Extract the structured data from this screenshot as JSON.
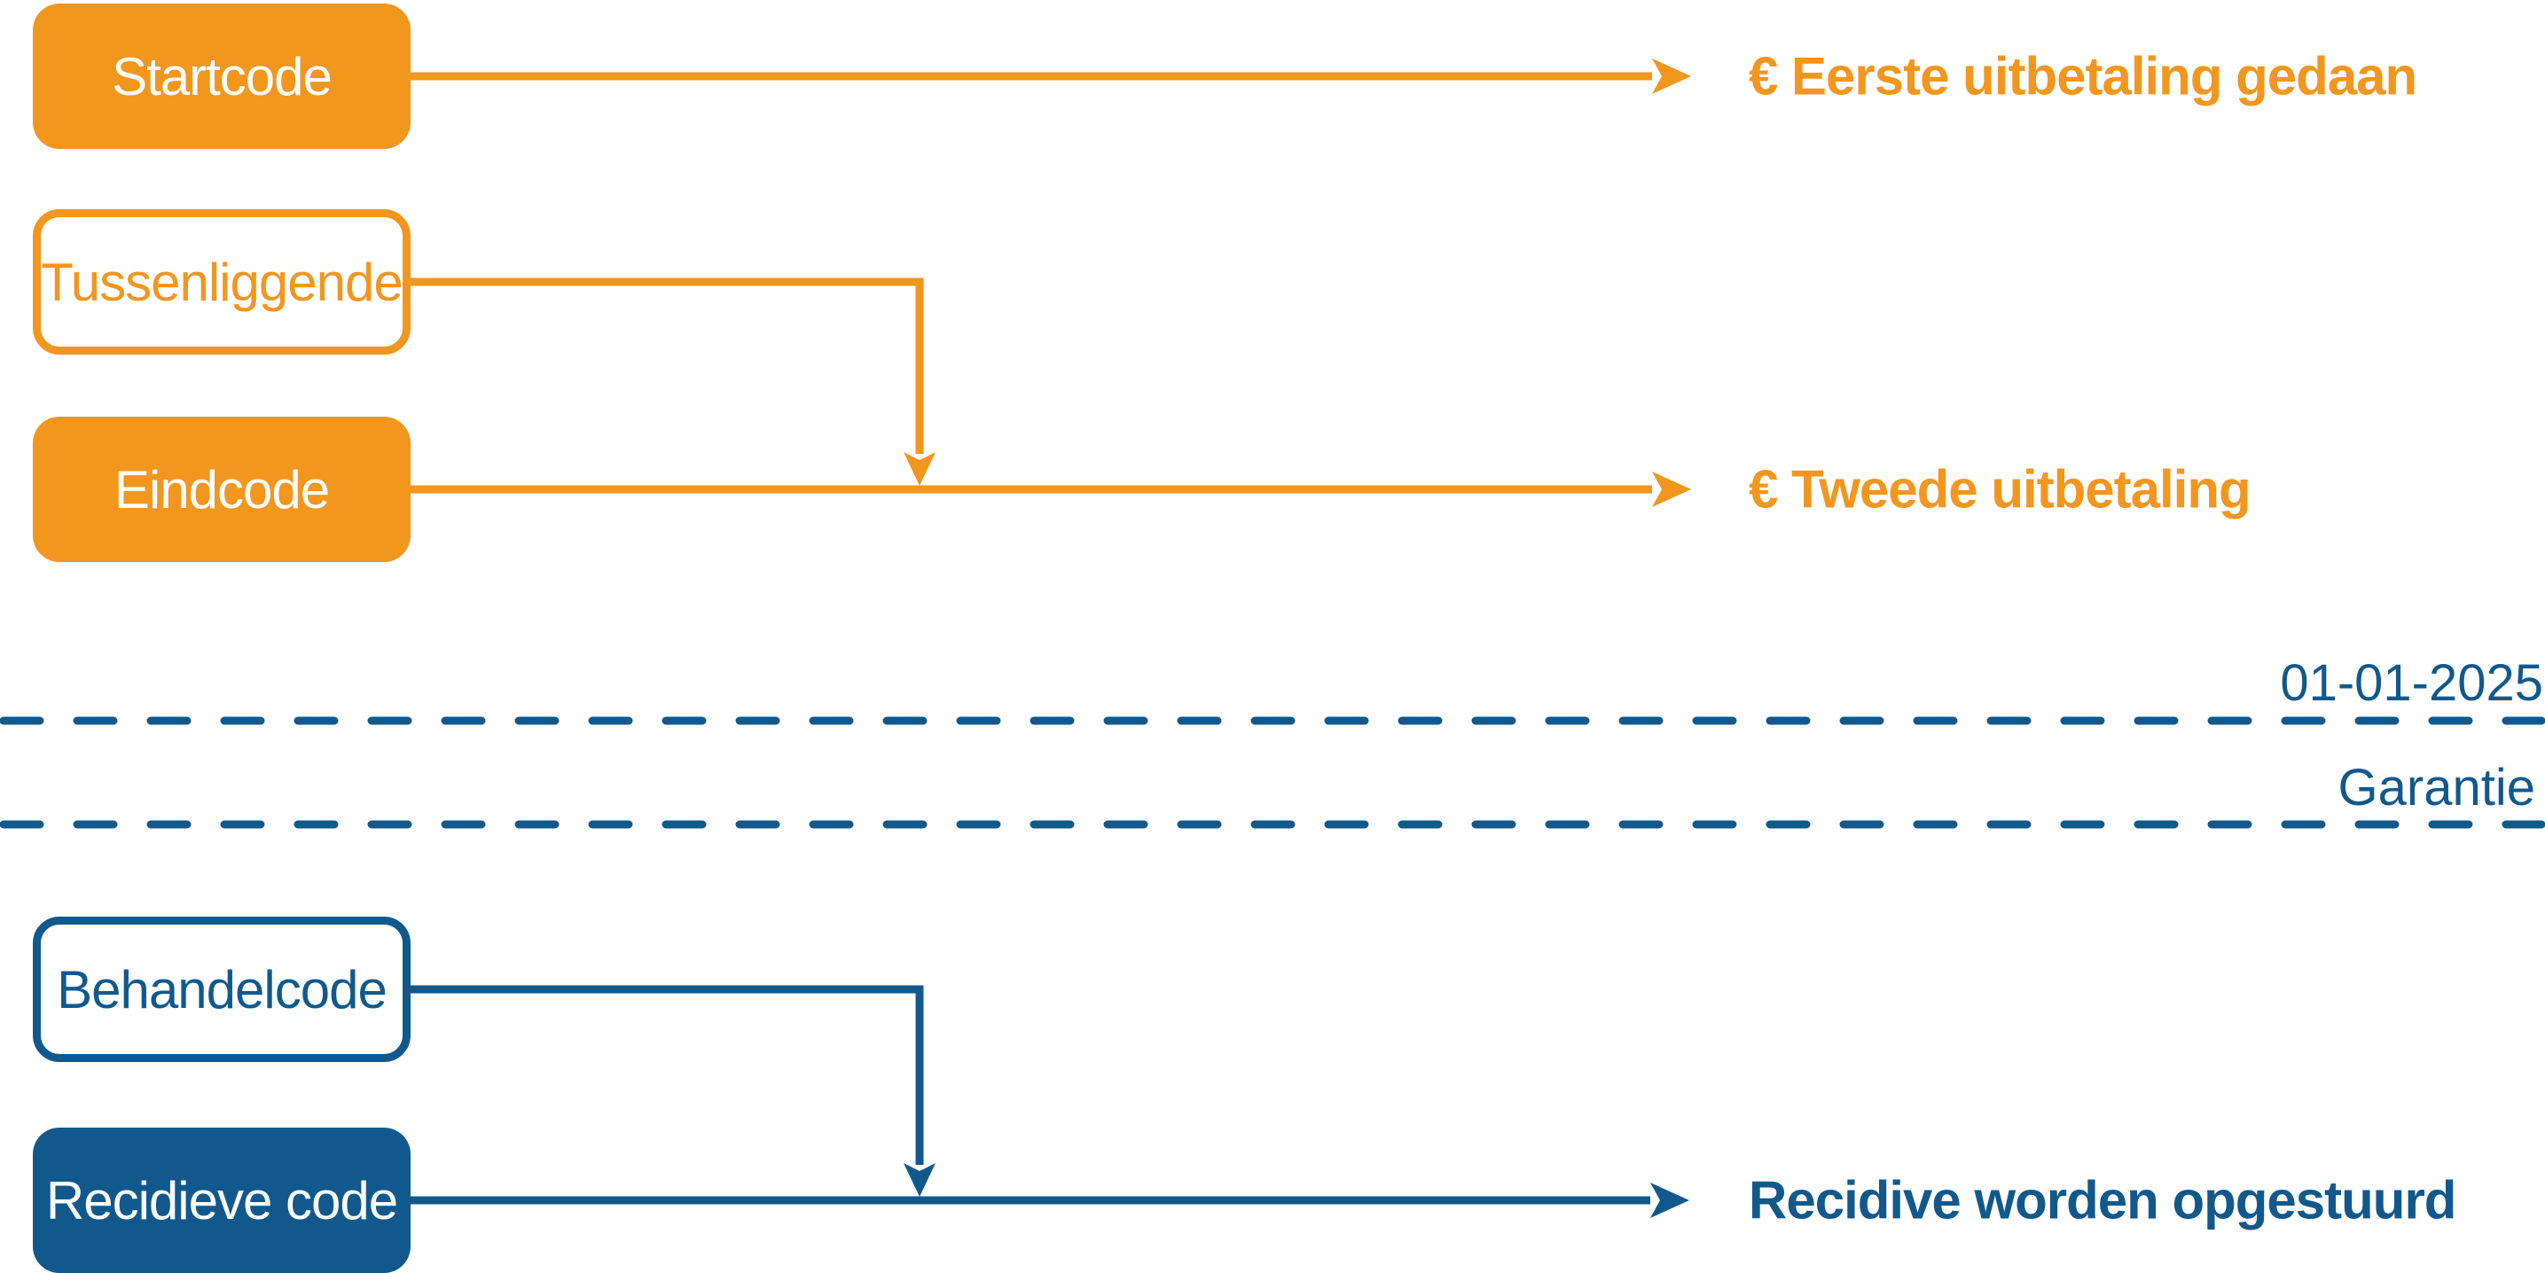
{
  "diagram": {
    "colors": {
      "orange": "#F2961E",
      "blue": "#11598C",
      "background": "#FFFFFF"
    },
    "top_flow": {
      "startcode_label": "Startcode",
      "tussenliggende_label": "Tussenliggende",
      "eindcode_label": "Eindcode",
      "first_payout_label": "€ Eerste uitbetaling gedaan",
      "second_payout_label": "€ Tweede uitbetaling"
    },
    "divider": {
      "date_label": "01-01-2025",
      "guarantee_label": "Garantie"
    },
    "bottom_flow": {
      "behandelcode_label": "Behandelcode",
      "recidieve_code_label": "Recidieve code",
      "recidive_outcome_label": "Recidive worden opgestuurd"
    }
  }
}
